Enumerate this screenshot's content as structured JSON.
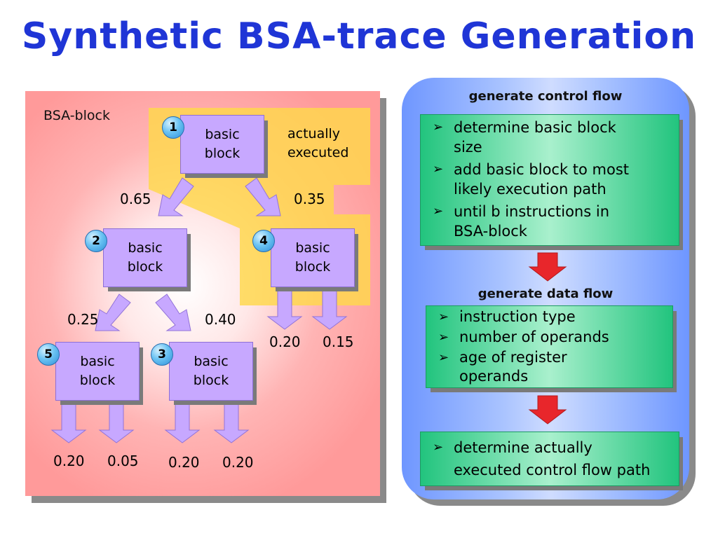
{
  "title": "Synthetic BSA-trace Generation",
  "left": {
    "bsa_label": "BSA-block",
    "actually_executed": [
      "actually",
      "executed"
    ],
    "blocks": [
      {
        "number": "1",
        "lines": [
          "basic",
          "block"
        ]
      },
      {
        "number": "2",
        "lines": [
          "basic",
          "block"
        ]
      },
      {
        "number": "4",
        "lines": [
          "basic",
          "block"
        ]
      },
      {
        "number": "5",
        "lines": [
          "basic",
          "block"
        ]
      },
      {
        "number": "3",
        "lines": [
          "basic",
          "block"
        ]
      }
    ],
    "probabilities": {
      "p1_left": "0.65",
      "p1_right": "0.35",
      "p2_left": "0.25",
      "p2_right": "0.40",
      "p4_left": "0.20",
      "p4_right": "0.15",
      "p5_left": "0.20",
      "p5_right": "0.05",
      "p3_left": "0.20",
      "p3_right": "0.20"
    }
  },
  "right": {
    "control_flow_title": "generate control flow",
    "control_flow_items": [
      [
        "determine basic block",
        "size"
      ],
      [
        "add basic block to most",
        "likely execution path"
      ],
      [
        "until b instructions in",
        "BSA-block"
      ]
    ],
    "data_flow_title": "generate data flow",
    "data_flow_items": [
      [
        "instruction type"
      ],
      [
        "number of operands"
      ],
      [
        "age of register",
        "operands"
      ]
    ],
    "final_items": [
      [
        "determine actually",
        "executed control flow path"
      ]
    ],
    "bullet_glyph": "➢"
  },
  "colors": {
    "title": "#1f35d6",
    "left_panel": "#ff9a9a",
    "executed_region": "#ffd84a",
    "basic_block": "#c7a8ff",
    "block_arrow": "#c7a8ff",
    "right_panel": "#6e96ff",
    "text_box": "#22c47e",
    "flow_arrow": "#e8262b"
  }
}
